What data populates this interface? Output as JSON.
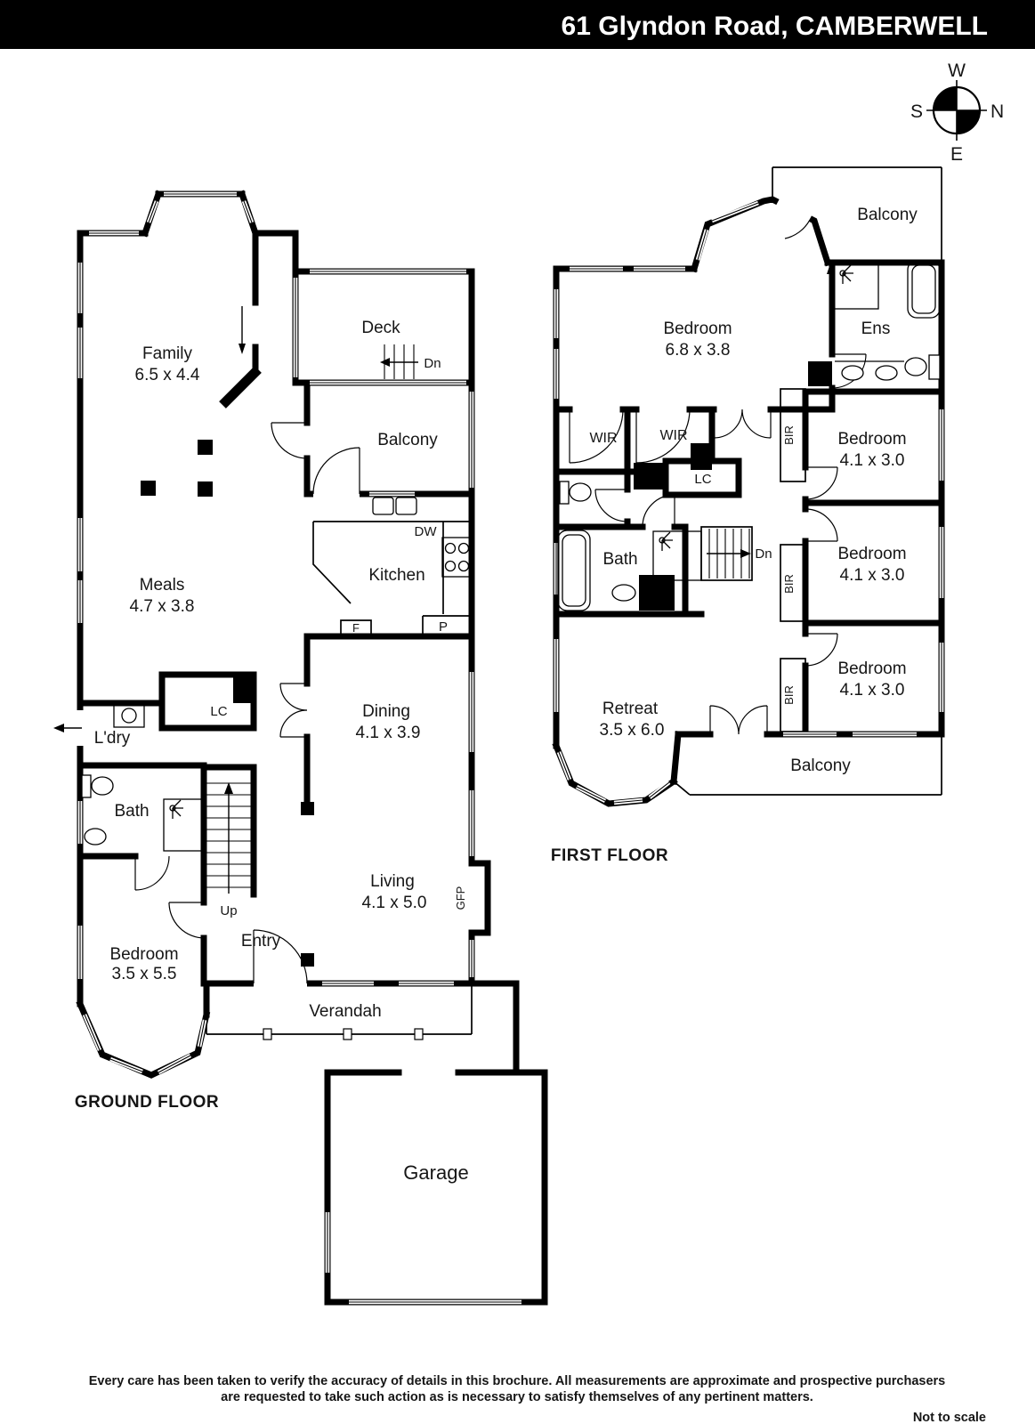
{
  "header": {
    "title": "61 Glyndon Road, CAMBERWELL"
  },
  "compass": {
    "n": "N",
    "s": "S",
    "e": "E",
    "w": "W"
  },
  "ground_floor": {
    "label": "GROUND FLOOR",
    "rooms": {
      "family": {
        "name": "Family",
        "dims": "6.5 x 4.4"
      },
      "deck": {
        "name": "Deck"
      },
      "balcony": {
        "name": "Balcony"
      },
      "kitchen": {
        "name": "Kitchen"
      },
      "meals": {
        "name": "Meals",
        "dims": "4.7 x 3.8"
      },
      "dining": {
        "name": "Dining",
        "dims": "4.1 x 3.9"
      },
      "living": {
        "name": "Living",
        "dims": "4.1 x 5.0"
      },
      "laundry": {
        "name": "L'dry"
      },
      "bath": {
        "name": "Bath"
      },
      "bedroom": {
        "name": "Bedroom",
        "dims": "3.5 x 5.5"
      },
      "entry": {
        "name": "Entry"
      },
      "verandah": {
        "name": "Verandah"
      },
      "garage": {
        "name": "Garage"
      }
    },
    "annotations": {
      "dn": "Dn",
      "up": "Up",
      "dw": "DW",
      "fridge": "F",
      "pantry": "P",
      "linen": "LC",
      "gfp": "GFP"
    }
  },
  "first_floor": {
    "label": "FIRST FLOOR",
    "rooms": {
      "balcony_top": {
        "name": "Balcony"
      },
      "bedroom_main": {
        "name": "Bedroom",
        "dims": "6.8 x 3.8"
      },
      "ensuite": {
        "name": "Ens"
      },
      "wir_1": {
        "name": "WIR"
      },
      "wir_2": {
        "name": "WIR"
      },
      "bedroom_2": {
        "name": "Bedroom",
        "dims": "4.1 x 3.0"
      },
      "bedroom_3": {
        "name": "Bedroom",
        "dims": "4.1 x 3.0"
      },
      "bedroom_4": {
        "name": "Bedroom",
        "dims": "4.1 x 3.0"
      },
      "bath": {
        "name": "Bath"
      },
      "retreat": {
        "name": "Retreat",
        "dims": "3.5 x 6.0"
      },
      "balcony_bottom": {
        "name": "Balcony"
      }
    },
    "annotations": {
      "dn": "Dn",
      "linen": "LC",
      "bir": "BIR"
    }
  },
  "footer": {
    "line1": "Every care has been taken to verify the accuracy of details in this brochure.  All measurements are approximate and prospective purchasers",
    "line2": "are requested to take such action as is necessary to satisfy themselves of any pertinent matters.",
    "not_to_scale": "Not to scale"
  }
}
